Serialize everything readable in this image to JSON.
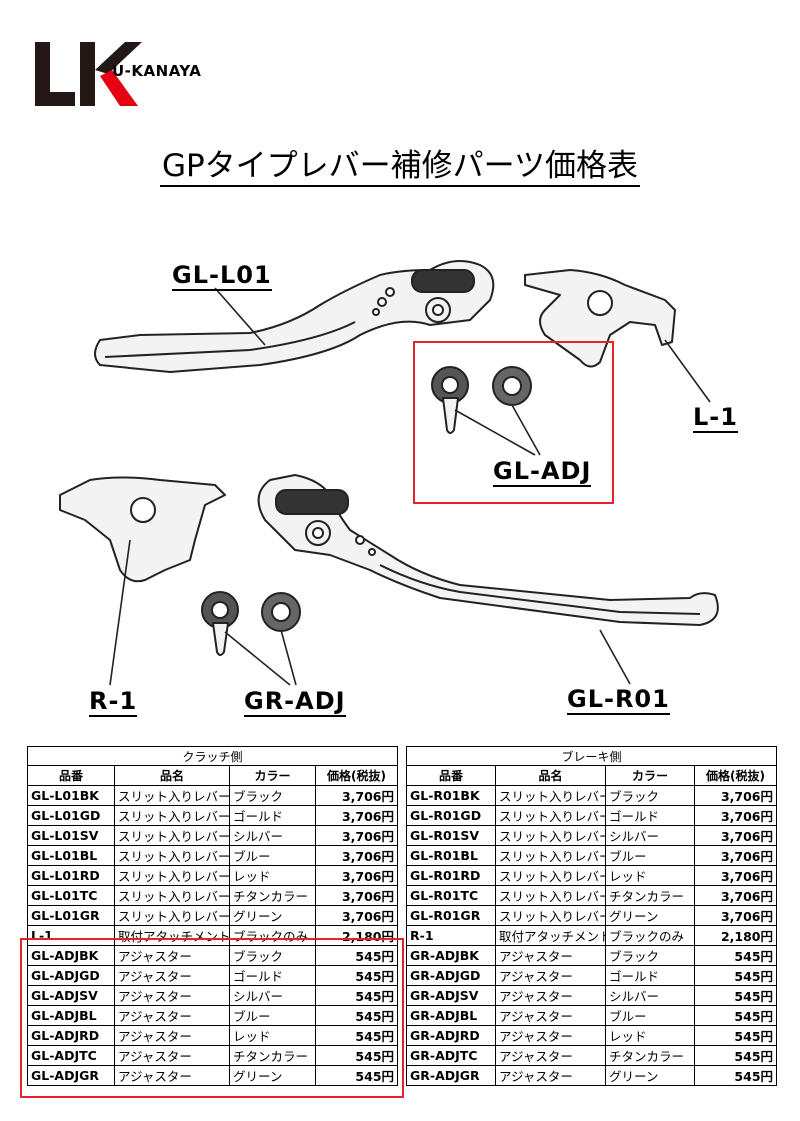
{
  "brand": {
    "name": "U-KANAYA",
    "logo_colors": {
      "dark": "#231815",
      "accent": "#e60012"
    }
  },
  "title": "GPタイプレバー補修パーツ価格表",
  "diagram_labels": {
    "gl_l01": "GL-L01",
    "l1": "L-1",
    "gl_adj": "GL-ADJ",
    "r1": "R-1",
    "gr_adj": "GR-ADJ",
    "gl_r01": "GL-R01"
  },
  "clutch_table": {
    "caption": "クラッチ側",
    "headers": [
      "品番",
      "品名",
      "カラー",
      "価格(税抜)"
    ],
    "rows": [
      [
        "GL-L01BK",
        "スリット入りレバー",
        "ブラック",
        "3,706円"
      ],
      [
        "GL-L01GD",
        "スリット入りレバー",
        "ゴールド",
        "3,706円"
      ],
      [
        "GL-L01SV",
        "スリット入りレバー",
        "シルバー",
        "3,706円"
      ],
      [
        "GL-L01BL",
        "スリット入りレバー",
        "ブルー",
        "3,706円"
      ],
      [
        "GL-L01RD",
        "スリット入りレバー",
        "レッド",
        "3,706円"
      ],
      [
        "GL-L01TC",
        "スリット入りレバー",
        "チタンカラー",
        "3,706円"
      ],
      [
        "GL-L01GR",
        "スリット入りレバー",
        "グリーン",
        "3,706円"
      ],
      [
        "L-1",
        "取付アタッチメント",
        "ブラックのみ",
        "2,180円"
      ],
      [
        "GL-ADJBK",
        "アジャスター",
        "ブラック",
        "545円"
      ],
      [
        "GL-ADJGD",
        "アジャスター",
        "ゴールド",
        "545円"
      ],
      [
        "GL-ADJSV",
        "アジャスター",
        "シルバー",
        "545円"
      ],
      [
        "GL-ADJBL",
        "アジャスター",
        "ブルー",
        "545円"
      ],
      [
        "GL-ADJRD",
        "アジャスター",
        "レッド",
        "545円"
      ],
      [
        "GL-ADJTC",
        "アジャスター",
        "チタンカラー",
        "545円"
      ],
      [
        "GL-ADJGR",
        "アジャスター",
        "グリーン",
        "545円"
      ]
    ]
  },
  "brake_table": {
    "caption": "ブレーキ側",
    "headers": [
      "品番",
      "品名",
      "カラー",
      "価格(税抜)"
    ],
    "rows": [
      [
        "GL-R01BK",
        "スリット入りレバー",
        "ブラック",
        "3,706円"
      ],
      [
        "GL-R01GD",
        "スリット入りレバー",
        "ゴールド",
        "3,706円"
      ],
      [
        "GL-R01SV",
        "スリット入りレバー",
        "シルバー",
        "3,706円"
      ],
      [
        "GL-R01BL",
        "スリット入りレバー",
        "ブルー",
        "3,706円"
      ],
      [
        "GL-R01RD",
        "スリット入りレバー",
        "レッド",
        "3,706円"
      ],
      [
        "GL-R01TC",
        "スリット入りレバー",
        "チタンカラー",
        "3,706円"
      ],
      [
        "GL-R01GR",
        "スリット入りレバー",
        "グリーン",
        "3,706円"
      ],
      [
        "R-1",
        "取付アタッチメント",
        "ブラックのみ",
        "2,180円"
      ],
      [
        "GR-ADJBK",
        "アジャスター",
        "ブラック",
        "545円"
      ],
      [
        "GR-ADJGD",
        "アジャスター",
        "ゴールド",
        "545円"
      ],
      [
        "GR-ADJSV",
        "アジャスター",
        "シルバー",
        "545円"
      ],
      [
        "GR-ADJBL",
        "アジャスター",
        "ブルー",
        "545円"
      ],
      [
        "GR-ADJRD",
        "アジャスター",
        "レッド",
        "545円"
      ],
      [
        "GR-ADJTC",
        "アジャスター",
        "チタンカラー",
        "545円"
      ],
      [
        "GR-ADJGR",
        "アジャスター",
        "グリーン",
        "545円"
      ]
    ]
  },
  "highlight_color": "#e6232a"
}
